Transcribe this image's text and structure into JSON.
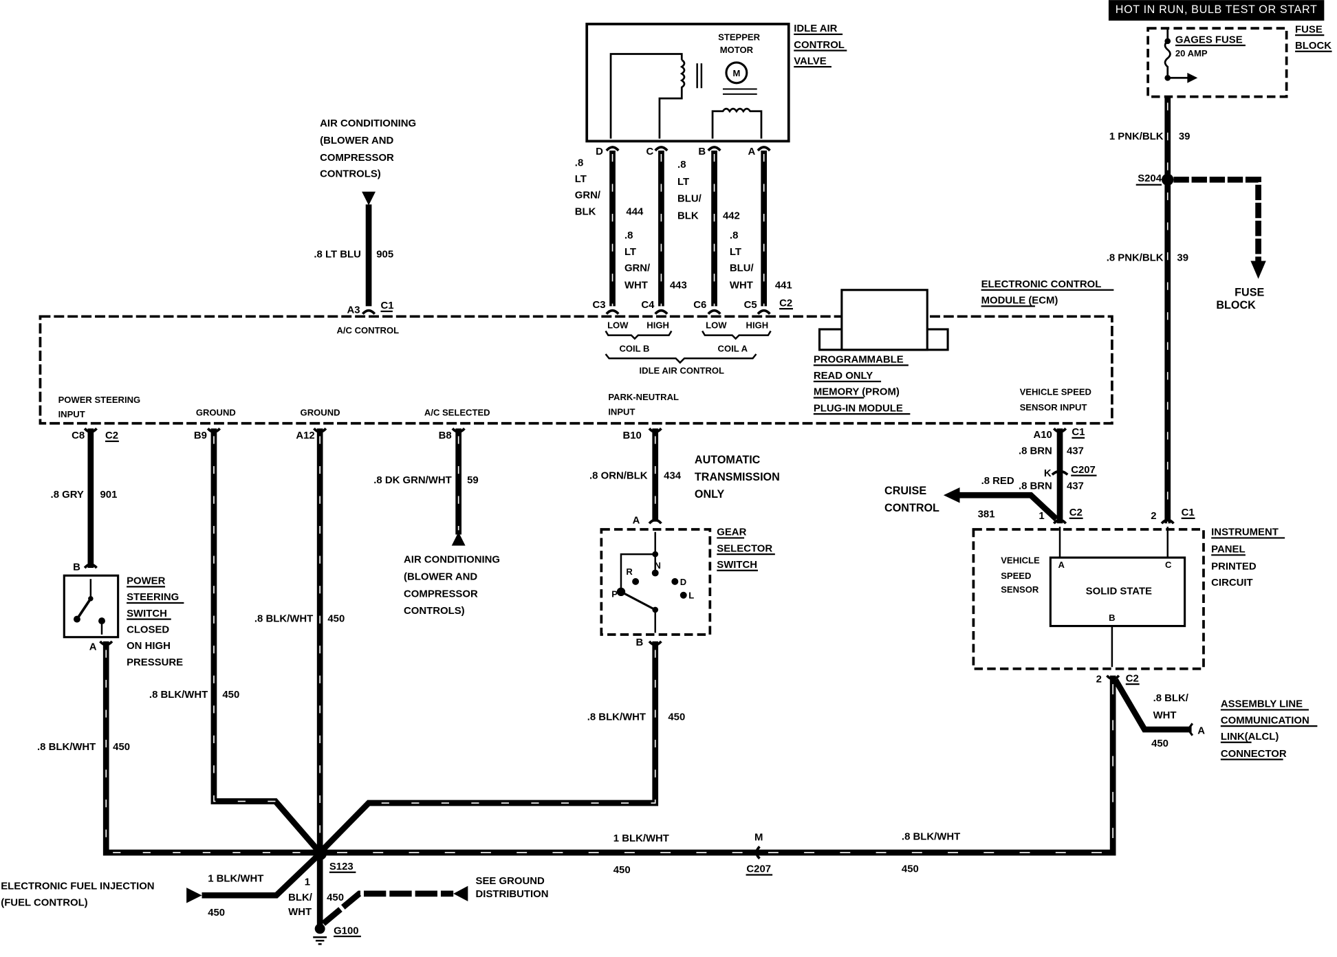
{
  "banner": {
    "text": "HOT IN RUN, BULB TEST OR START"
  },
  "fuse_block": {
    "fuse_name": "GAGES FUSE",
    "fuse_rating": "20 AMP",
    "title_lines": [
      "FUSE",
      "BLOCK"
    ]
  },
  "wire_39_upper": {
    "gauge_color": "1 PNK/BLK",
    "circuit": "39"
  },
  "splice_s204": {
    "label": "S204"
  },
  "wire_39_lower": {
    "gauge_color": ".8 PNK/BLK",
    "circuit": "39"
  },
  "fuse_block_ref": {
    "lines": [
      "FUSE",
      "BLOCK"
    ]
  },
  "iac_valve": {
    "title_lines": [
      "IDLE AIR",
      "CONTROL",
      "VALVE"
    ],
    "motor_lines": [
      "STEPPER",
      "MOTOR"
    ],
    "motor_symbol": "M",
    "pins": [
      "D",
      "C",
      "B",
      "A"
    ]
  },
  "iac_wires": [
    {
      "gauge": ".8",
      "color_lines": [
        "LT",
        "GRN/",
        "BLK"
      ],
      "circuit": "444",
      "ecm_pin": "C3"
    },
    {
      "gauge": ".8",
      "color_lines": [
        "LT",
        "GRN/",
        "WHT"
      ],
      "circuit": "443",
      "ecm_pin": "C4"
    },
    {
      "gauge": ".8",
      "color_lines": [
        "LT",
        "BLU/",
        "BLK"
      ],
      "circuit": "442",
      "ecm_pin": "C6"
    },
    {
      "gauge": ".8",
      "color_lines": [
        "LT",
        "BLU/",
        "WHT"
      ],
      "circuit": "441",
      "ecm_pin": "C5"
    }
  ],
  "iac_connector": "C2",
  "ac_top": {
    "title_lines": [
      "AIR CONDITIONING",
      "(BLOWER AND",
      "COMPRESSOR",
      "CONTROLS)"
    ],
    "gauge_color": ".8 LT BLU",
    "circuit": "905",
    "pin": "A3",
    "connector": "C1"
  },
  "ecm": {
    "title_lines": [
      "ELECTRONIC CONTROL",
      "MODULE (ECM)"
    ],
    "ac_control_label": "A/C CONTROL",
    "coil_b": {
      "low": "LOW",
      "high": "HIGH",
      "label": "COIL B"
    },
    "coil_a": {
      "low": "LOW",
      "high": "HIGH",
      "label": "COIL A"
    },
    "iac_label": "IDLE AIR CONTROL",
    "prom_lines": [
      "PROGRAMMABLE",
      "READ ONLY",
      "MEMORY (PROM)",
      "PLUG-IN MODULE"
    ],
    "inputs": {
      "power_steering": [
        "POWER STEERING",
        "INPUT"
      ],
      "ground1": "GROUND",
      "ground2": "GROUND",
      "ac_selected": "A/C SELECTED",
      "park_neutral": [
        "PARK-NEUTRAL",
        "INPUT"
      ],
      "vss": [
        "VEHICLE SPEED",
        "SENSOR INPUT"
      ]
    }
  },
  "ps_wire": {
    "pin": "C8",
    "connector": "C2",
    "gauge_color": ".8 GRY",
    "circuit": "901"
  },
  "ps_switch": {
    "pin_top": "B",
    "pin_bottom": "A",
    "title_lines": [
      "POWER",
      "STEERING",
      "SWITCH"
    ],
    "note_lines": [
      "CLOSED",
      "ON HIGH",
      "PRESSURE"
    ]
  },
  "ps_ground_wire": {
    "gauge_color": ".8 BLK/WHT",
    "circuit": "450"
  },
  "ground_b9": {
    "pin": "B9",
    "gauge_color": ".8 BLK/WHT",
    "circuit": "450"
  },
  "ground_a12": {
    "pin": "A12",
    "gauge_color": ".8 BLK/WHT",
    "circuit": "450"
  },
  "ac_selected_wire": {
    "pin": "B8",
    "gauge_color": ".8 DK GRN/WHT",
    "circuit": "59",
    "dest_lines": [
      "AIR CONDITIONING",
      "(BLOWER AND",
      "COMPRESSOR",
      "CONTROLS)"
    ]
  },
  "park_neutral_wire": {
    "pin": "B10",
    "gauge_color": ".8 ORN/BLK",
    "circuit": "434",
    "note_lines": [
      "AUTOMATIC",
      "TRANSMISSION",
      "ONLY"
    ]
  },
  "gear_selector": {
    "pin_top": "A",
    "pin_bottom": "B",
    "title_lines": [
      "GEAR",
      "SELECTOR",
      "SWITCH"
    ],
    "positions": [
      "P",
      "R",
      "N",
      "D",
      "L"
    ]
  },
  "gear_ground_wire": {
    "gauge_color": ".8 BLK/WHT",
    "circuit": "450"
  },
  "vss_wire": {
    "pin": "A10",
    "connector": "C1",
    "gauge_color_upper": ".8 BRN",
    "circuit_upper": "437",
    "inline_pin": "K",
    "inline_connector": "C207",
    "gauge_color_lower": ".8 BRN",
    "circuit_lower": "437"
  },
  "cruise": {
    "lines": [
      "CRUISE",
      "CONTROL"
    ],
    "gauge_color": ".8 RED",
    "circuit": "381"
  },
  "ip_connectors": {
    "c2_pin": "1",
    "c2_label": "C2",
    "c1_pin": "2",
    "c1_label": "C1"
  },
  "instrument_panel": {
    "title_lines": [
      "INSTRUMENT",
      "PANEL",
      "PRINTED",
      "CIRCUIT"
    ],
    "vss_lines": [
      "VEHICLE",
      "SPEED",
      "SENSOR"
    ],
    "solid_state": "SOLID STATE",
    "pin_a": "A",
    "pin_b": "B",
    "pin_c": "C"
  },
  "ip_ground": {
    "pin": "2",
    "connector": "C2"
  },
  "alcl": {
    "gauge_lines": [
      ".8 BLK/",
      "WHT"
    ],
    "circuit": "450",
    "pin": "A",
    "title_lines": [
      "ASSEMBLY LINE",
      "COMMUNICATION",
      "LINK(ALCL)",
      "CONNECTOR"
    ]
  },
  "bottom_bus": {
    "left_gauge": "1 BLK/WHT",
    "left_circuit": "450",
    "inline_pin": "M",
    "inline_connector": "C207",
    "right_gauge": ".8 BLK/WHT",
    "right_circuit": "450"
  },
  "splice_s123": {
    "label": "S123"
  },
  "efi": {
    "lines": [
      "ELECTRONIC FUEL INJECTION",
      "(FUEL CONTROL)"
    ],
    "gauge_color": "1 BLK/WHT",
    "circuit": "450"
  },
  "ground_g100": {
    "gauge_lines": [
      "1",
      "BLK/",
      "WHT"
    ],
    "circuit": "450",
    "label": "G100"
  },
  "ground_dist": {
    "lines": [
      "SEE GROUND",
      "DISTRIBUTION"
    ]
  }
}
